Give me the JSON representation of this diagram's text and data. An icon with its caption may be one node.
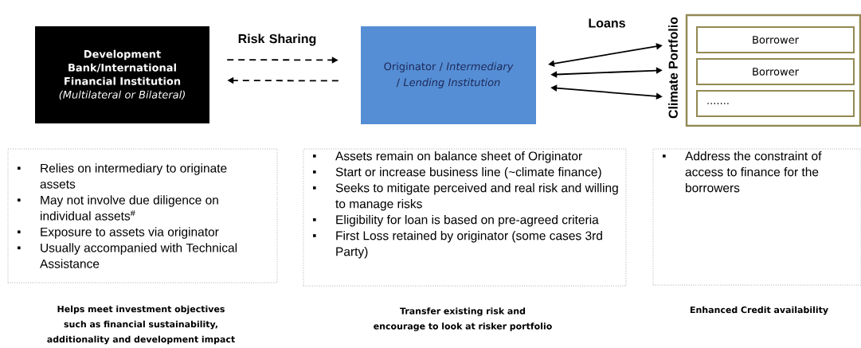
{
  "diagram": {
    "nodes": [
      {
        "text": [
          "Development Bank/International Financial Institution",
          "(Multilateral or Bilateral)"
        ]
      },
      {
        "text": [
          "Originator / *Intermediary* / *Lending Institution*"
        ]
      },
      {
        "text": [
          "Climate Portfolio"
        ]
      },
      {
        "text": [
          "Borrower"
        ],
        "in": 2
      },
      {
        "text": [
          "Borrower"
        ],
        "in": 2
      },
      {
        "text": [
          "......."
        ],
        "in": 2
      },
      {
        "text": [
          "Relies on intermediary to originate assets",
          "May not involve due diligence on individual assets$^{#}$",
          "Exposure to assets via originator",
          "Usually accompanied with Technical Assistance"
        ]
      },
      {
        "text": [
          "Assets remain on balance sheet of Originator",
          "Start or increase business line (~climate finance)",
          "Seeks to mitigate perceived and real risk and willing to manage risks",
          "Eligibility for loan is based on pre-agreed criteria",
          "First Loss retained by originator (some cases 3rd Party)"
        ]
      },
      {
        "text": [
          "Address the constraint of access to finance for the borrowers"
        ]
      }
    ],
    "edges": [
      {
        "from": 0,
        "to": 1,
        "arrow": "to",
        "style": "dashed"
      },
      {
        "from": 1,
        "to": 0,
        "arrow": "to",
        "style": "dashed"
      },
      {
        "from": 1,
        "to": 2,
        "arrow": "both"
      },
      {
        "from": 1,
        "to": 2,
        "arrow": "both"
      },
      {
        "from": 1,
        "to": 2,
        "arrow": "both"
      }
    ],
    "labels": [
      "Risk Sharing",
      "Loans",
      "Helps meet investment objectives such as financial sustainability, additionality and development impact",
      "Transfer existing risk and encourage to look at risker portfolio",
      "Enhanced Credit availability"
    ]
  }
}
